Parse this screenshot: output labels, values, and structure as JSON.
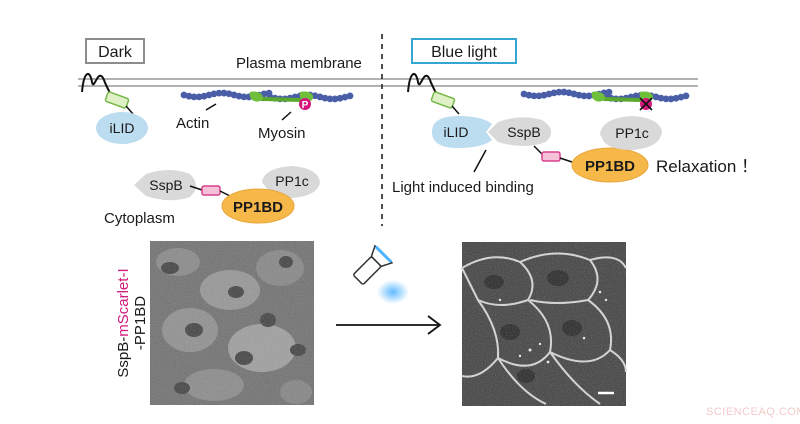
{
  "states": {
    "dark": "Dark",
    "blue_light": "Blue light"
  },
  "labels": {
    "plasma_membrane": "Plasma membrane",
    "actin": "Actin",
    "myosin": "Myosin",
    "phospho": "P",
    "cytoplasm": "Cytoplasm",
    "light_induced_binding": "Light induced binding",
    "relaxation": "Relaxation ！"
  },
  "proteins": {
    "ilid": "iLID",
    "sspb": "SspB",
    "pp1c": "PP1c",
    "pp1bd": "PP1BD"
  },
  "micrograph": {
    "label_prefix": "SspB-",
    "label_tag": "mScarlet-I",
    "label_suffix": "-PP1BD"
  },
  "watermark": "SCIENCEAQ.COM",
  "colors": {
    "dark_box": "#8c8c8c",
    "blue_box": "#37a6d0",
    "ilid": "#bcdcf0",
    "grey_protein": "#d9d9d9",
    "pp1bd": "#f7b84a",
    "actin": "#4a5ea8",
    "myosin": "#6fbf3a",
    "phospho": "#d6157c",
    "linker": "#d8408e",
    "mscarlet": "#d21a7a"
  }
}
